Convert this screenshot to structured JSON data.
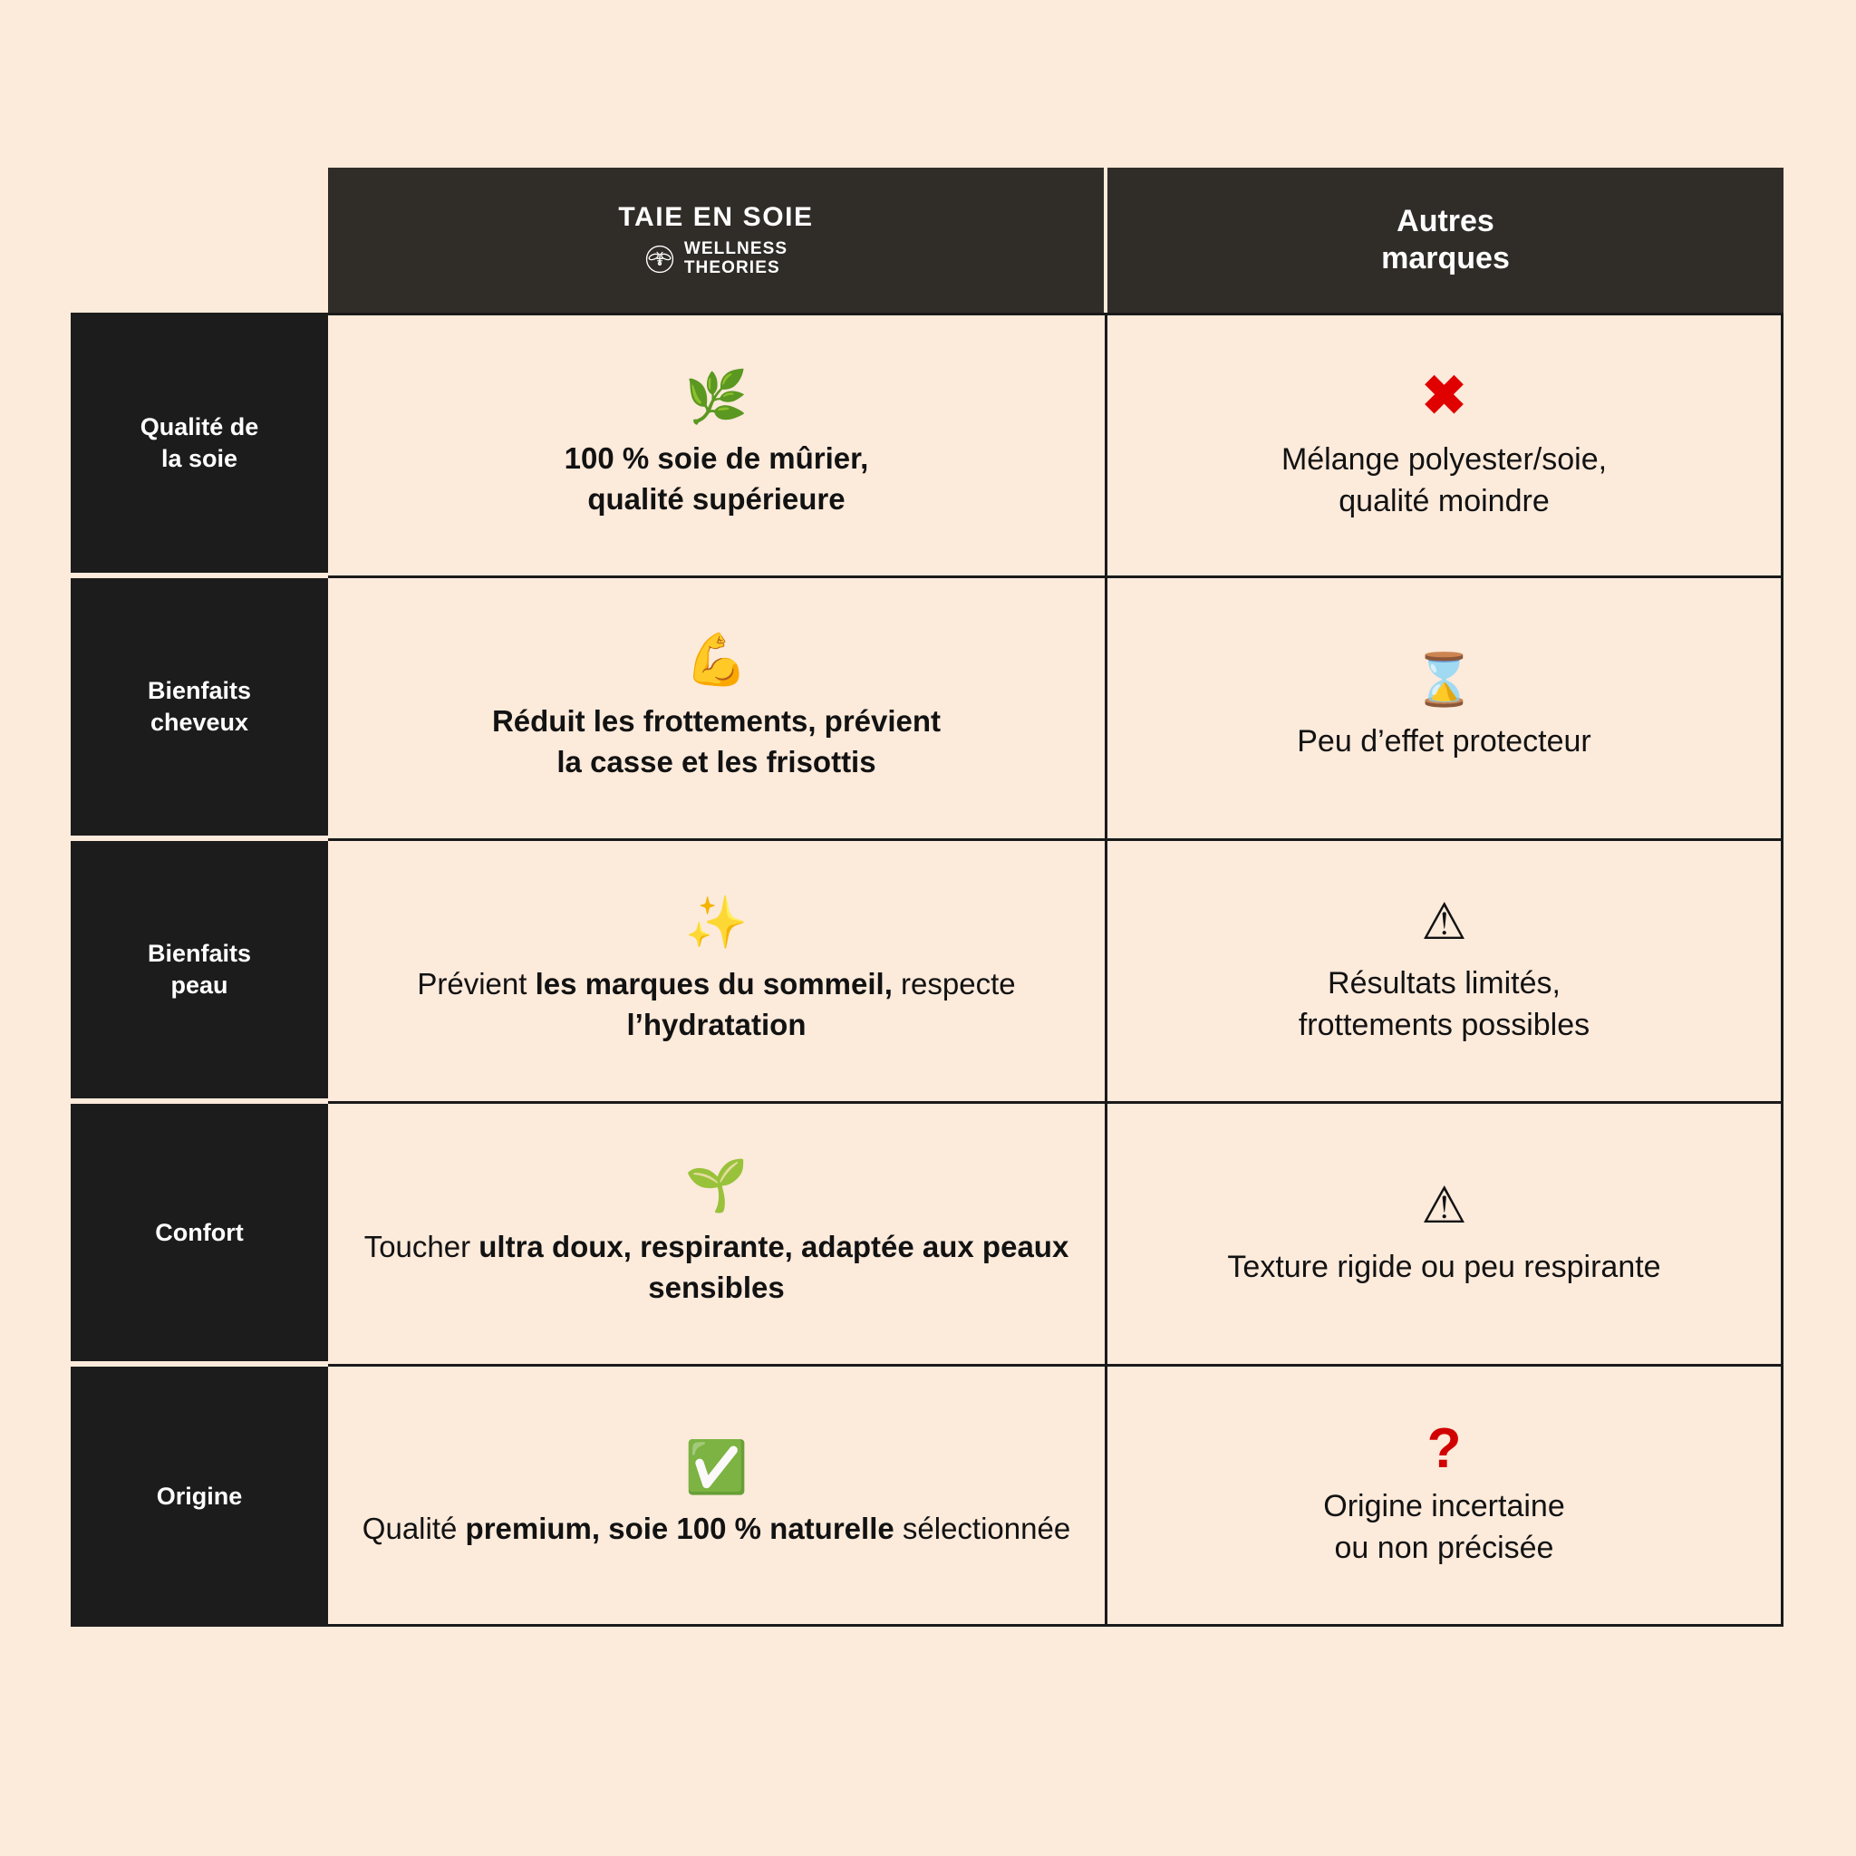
{
  "page": {
    "background_color": "#fceadb",
    "text_color": "#121212"
  },
  "header": {
    "brand": {
      "title": "TAIE EN SOIE",
      "logo_icon": "bee-in-circle-icon",
      "sub_line1": "WELLNESS",
      "sub_line2": "THEORIES"
    },
    "other": {
      "line1": "Autres",
      "line2": "marques"
    },
    "background_color": "#302c28"
  },
  "rows": [
    {
      "label_line1": "Qualité de",
      "label_line2": "la soie",
      "brand": {
        "icon": "herb-leaf-icon",
        "icon_glyph": "🌿",
        "line1": "100 % soie de mûrier,",
        "line2": "qualité supérieure"
      },
      "other": {
        "icon": "red-cross-mark-icon",
        "icon_glyph": "✖",
        "line1": "Mélange polyester/soie,",
        "line2": "qualité moindre"
      }
    },
    {
      "label_line1": "Bienfaits",
      "label_line2": "cheveux",
      "brand": {
        "icon": "flexed-biceps-icon",
        "icon_glyph": "💪",
        "line1": "Réduit les frottements, prévient",
        "line2": "la casse et les frisottis"
      },
      "other": {
        "icon": "hourglass-icon",
        "icon_glyph": "⌛",
        "line1": "Peu d’effet protecteur",
        "line2": ""
      }
    },
    {
      "label_line1": "Bienfaits",
      "label_line2": "peau",
      "brand": {
        "icon": "sparkles-icon",
        "icon_glyph": "✨",
        "seg1_regular": "Prévient ",
        "seg2_bold": "les marques du sommeil,",
        "seg3_regular": " respecte ",
        "seg4_bold": "l’hydratation"
      },
      "other": {
        "icon": "warning-triangle-icon",
        "icon_glyph": "⚠",
        "line1": "Résultats limités,",
        "line2": "frottements possibles"
      }
    },
    {
      "label_line1": "Confort",
      "label_line2": "",
      "brand": {
        "icon": "seedling-icon",
        "icon_glyph": "🌱",
        "seg1_regular": "Toucher ",
        "seg2_bold": "ultra doux, respirante, adaptée aux peaux sensibles",
        "seg3_regular": "",
        "seg4_bold": ""
      },
      "other": {
        "icon": "warning-triangle-icon",
        "icon_glyph": "⚠",
        "line1": "Texture rigide ou peu respirante",
        "line2": ""
      }
    },
    {
      "label_line1": "Origine",
      "label_line2": "",
      "brand": {
        "icon": "green-check-mark-icon",
        "icon_glyph": "✅",
        "seg1_regular": "Qualité ",
        "seg2_bold": "premium, soie 100 % naturelle",
        "seg3_regular": " sélectionnée",
        "seg4_bold": ""
      },
      "other": {
        "icon": "red-question-mark-icon",
        "icon_glyph": "?",
        "line1": "Origine incertaine",
        "line2": "ou non précisée"
      }
    }
  ],
  "colors": {
    "cream": "#fceadb",
    "header_dark": "#302c28",
    "label_dark": "#1c1c1c",
    "border": "#1a1a1a",
    "red": "#e00000",
    "red_question": "#d10000"
  }
}
